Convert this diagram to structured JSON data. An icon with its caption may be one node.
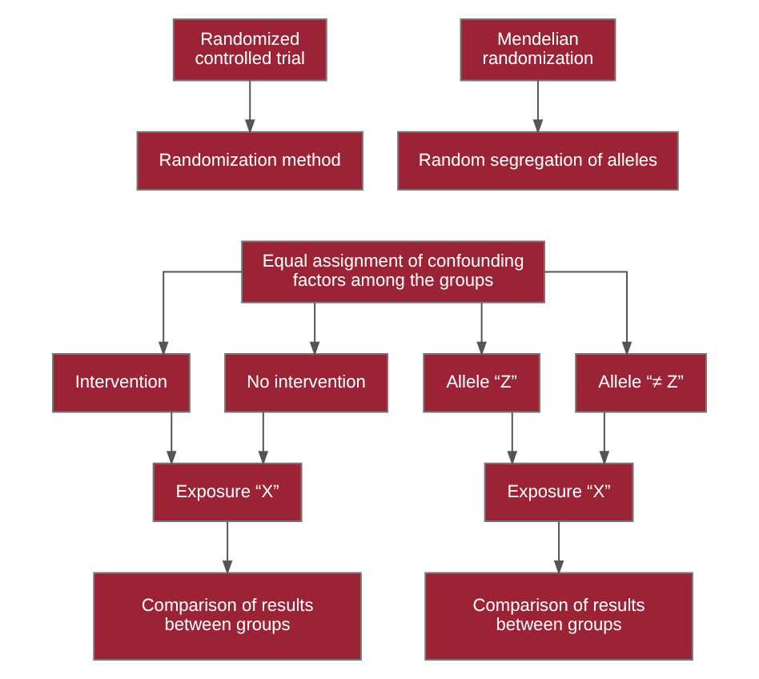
{
  "diagram": {
    "nodes": [
      {
        "text": [
          "Randomized controlled trial"
        ]
      },
      {
        "text": [
          "Mendelian randomization"
        ]
      },
      {
        "text": [
          "Randomization method"
        ]
      },
      {
        "text": [
          "Random segregation of alleles"
        ]
      },
      {
        "text": [
          "Equal assignment of confounding factors among the groups"
        ]
      },
      {
        "text": [
          "Intervention"
        ]
      },
      {
        "text": [
          "No intervention"
        ]
      },
      {
        "text": [
          "Allele “Z”"
        ]
      },
      {
        "text": [
          "Allele “≠ Z”"
        ]
      },
      {
        "text": [
          "Exposure “X”"
        ]
      },
      {
        "text": [
          "Exposure “X”"
        ]
      },
      {
        "text": [
          "Comparison of results between groups"
        ]
      },
      {
        "text": [
          "Comparison of results between groups"
        ]
      }
    ],
    "edges": [
      {
        "from": 0,
        "to": 2,
        "arrow": "to"
      },
      {
        "from": 1,
        "to": 3,
        "arrow": "to"
      },
      {
        "from": 4,
        "to": 5,
        "arrow": "to"
      },
      {
        "from": 4,
        "to": 6,
        "arrow": "to"
      },
      {
        "from": 4,
        "to": 7,
        "arrow": "to"
      },
      {
        "from": 4,
        "to": 8,
        "arrow": "to"
      },
      {
        "from": 5,
        "to": 9,
        "arrow": "to"
      },
      {
        "from": 6,
        "to": 9,
        "arrow": "to"
      },
      {
        "from": 7,
        "to": 10,
        "arrow": "to"
      },
      {
        "from": 8,
        "to": 10,
        "arrow": "to"
      },
      {
        "from": 9,
        "to": 11,
        "arrow": "to"
      },
      {
        "from": 10,
        "to": 12,
        "arrow": "to"
      }
    ]
  }
}
